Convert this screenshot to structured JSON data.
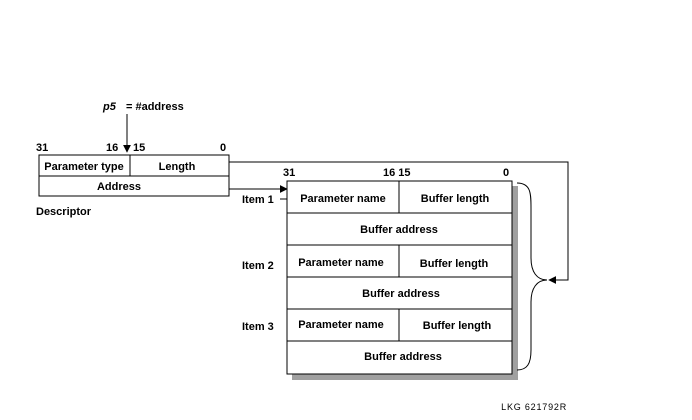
{
  "pointer": {
    "register": "p5",
    "equals_text": "= #address"
  },
  "descriptor": {
    "bits": {
      "b31": "31",
      "b16": "16",
      "b15": "15",
      "b0": "0"
    },
    "parameter_type": "Parameter type",
    "length": "Length",
    "address": "Address",
    "caption": "Descriptor"
  },
  "item_list": {
    "bits": {
      "b31": "31",
      "b16_15": "16 15",
      "b0": "0"
    },
    "items": [
      {
        "label": "Item 1",
        "parameter_name": "Parameter name",
        "buffer_length": "Buffer length",
        "buffer_address": "Buffer address"
      },
      {
        "label": "Item 2",
        "parameter_name": "Parameter name",
        "buffer_length": "Buffer length",
        "buffer_address": "Buffer address"
      },
      {
        "label": "Item 3",
        "parameter_name": "Parameter name",
        "buffer_length": "Buffer length",
        "buffer_address": "Buffer address"
      }
    ]
  },
  "figure_id": "LKG 621792R"
}
